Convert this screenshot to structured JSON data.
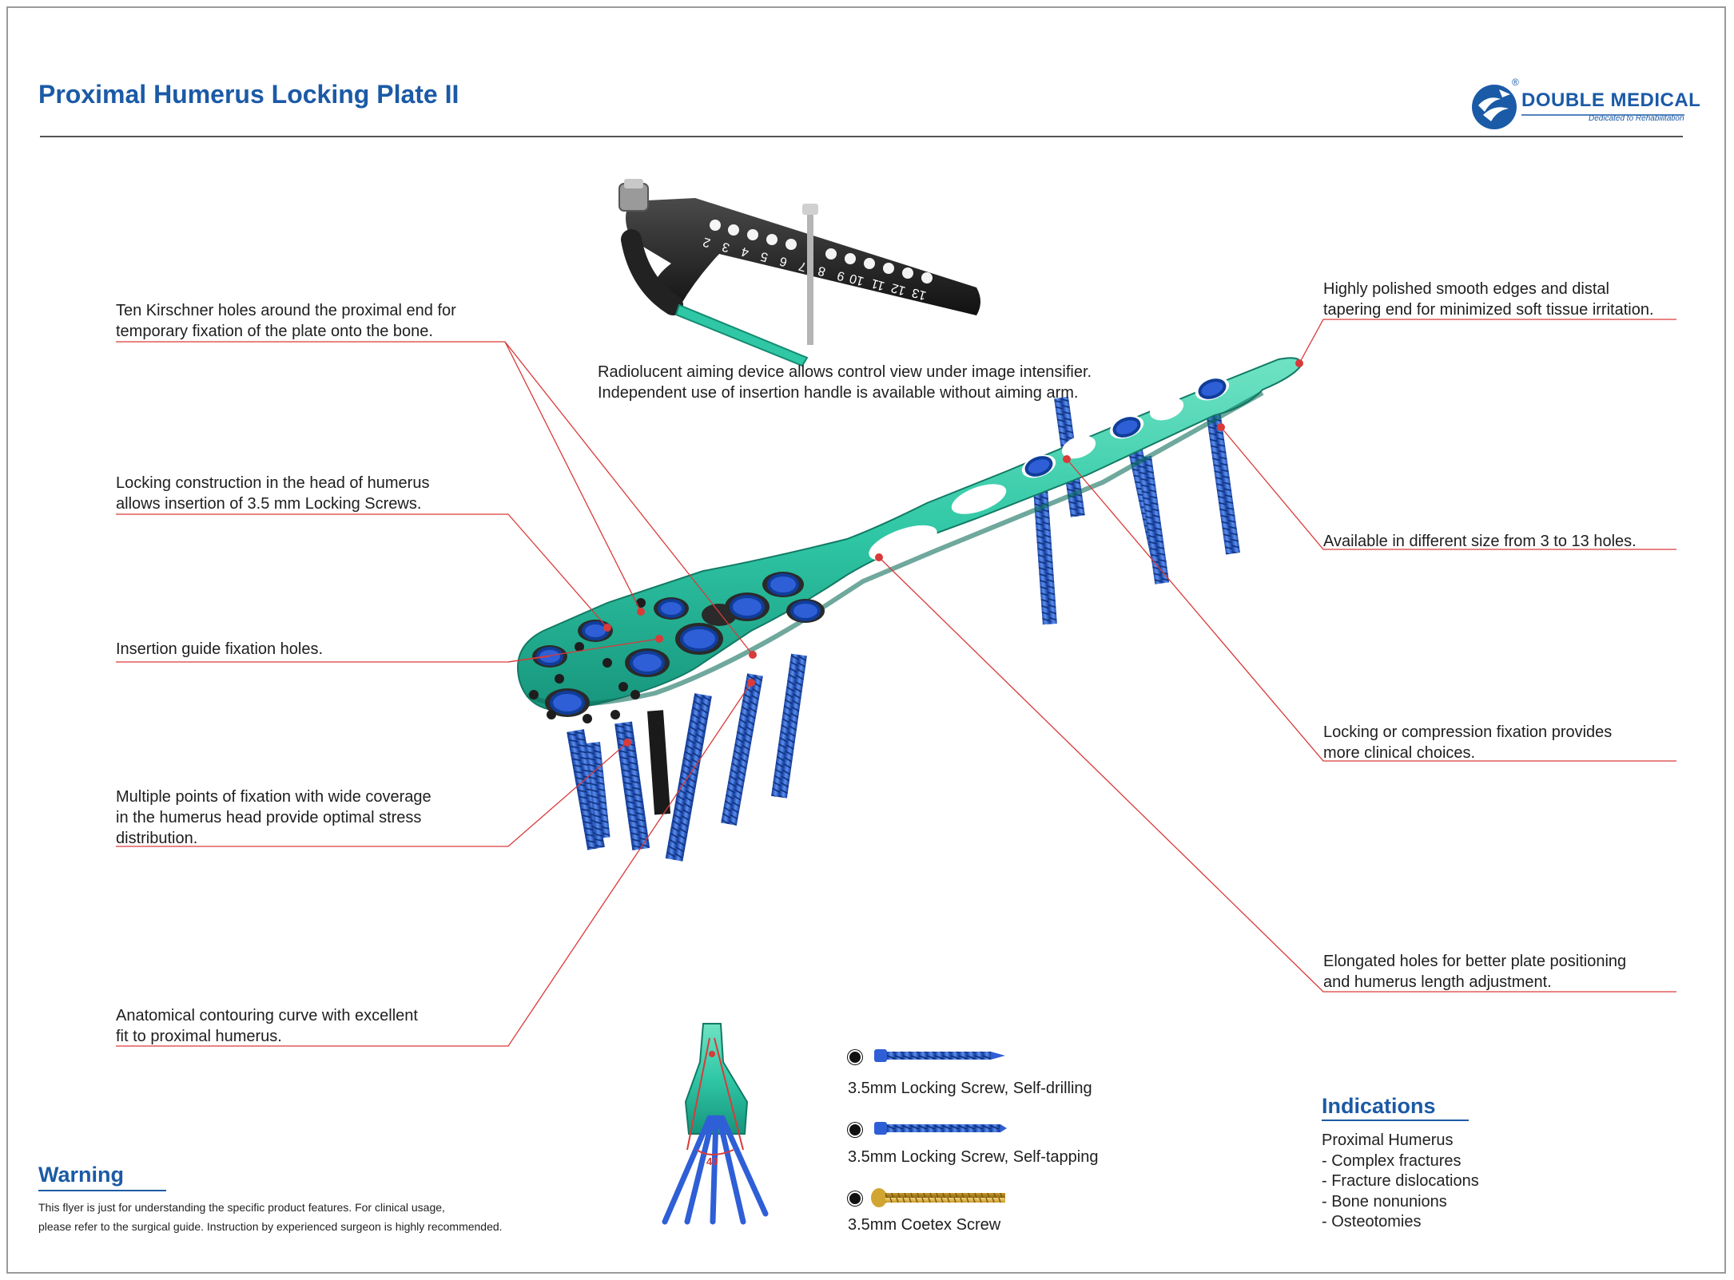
{
  "header": {
    "title": "Proximal Humerus Locking Plate II",
    "brand_name": "DOUBLE MEDICAL",
    "brand_tagline": "Dedicated to Rehabilitation",
    "brand_registered_mark": "®"
  },
  "aiming_device": {
    "caption": [
      "Radiolucent aiming device allows control view under image intensifier.",
      "Independent use of insertion handle is available without aiming arm."
    ],
    "hole_numbers": [
      "2",
      "3",
      "4",
      "5",
      "6",
      "7",
      "8",
      "9",
      "10",
      "11",
      "12",
      "13"
    ]
  },
  "callouts_left": [
    {
      "lines": [
        "Ten Kirschner holes around the proximal end for",
        "temporary fixation of the plate onto the bone."
      ]
    },
    {
      "lines": [
        "Locking construction in the head of humerus",
        "allows insertion of 3.5 mm Locking Screws."
      ]
    },
    {
      "lines": [
        "Insertion guide fixation holes."
      ]
    },
    {
      "lines": [
        "Multiple points of fixation with wide coverage",
        "in the humerus head provide optimal stress",
        "distribution."
      ]
    },
    {
      "lines": [
        "Anatomical contouring curve with excellent",
        "fit to proximal humerus."
      ]
    }
  ],
  "callouts_right": [
    {
      "lines": [
        "Highly polished smooth edges and distal",
        "tapering end for minimized soft tissue irritation."
      ]
    },
    {
      "lines": [
        "Available in different size from 3 to 13 holes."
      ]
    },
    {
      "lines": [
        "Locking or compression fixation provides",
        "more clinical choices."
      ]
    },
    {
      "lines": [
        "Elongated holes for better plate positioning",
        "and humerus length adjustment."
      ]
    }
  ],
  "small_diagram": {
    "angle_label": "40"
  },
  "screws": [
    {
      "label": "3.5mm Locking Screw, Self-drilling",
      "color": "#2f5fd6"
    },
    {
      "label": "3.5mm Locking Screw, Self-tapping",
      "color": "#2f5fd6"
    },
    {
      "label": "3.5mm Coetex Screw",
      "color": "#d2a532"
    }
  ],
  "indications": {
    "heading": "Indications",
    "items": [
      "Proximal Humerus",
      " - Complex fractures",
      " - Fracture dislocations",
      " - Bone nonunions",
      " - Osteotomies"
    ]
  },
  "warning": {
    "heading": "Warning",
    "lines": [
      "This flyer is just for understanding the specific product features. For clinical usage,",
      "please refer to the surgical guide. Instruction by experienced surgeon is highly recommended."
    ]
  },
  "colors": {
    "brand_blue": "#1b5aa6",
    "plate_green": "#2fc7a5",
    "screw_blue": "#2f5fd6",
    "leader_red": "#d93a3a",
    "cortex_gold": "#d2a532"
  }
}
